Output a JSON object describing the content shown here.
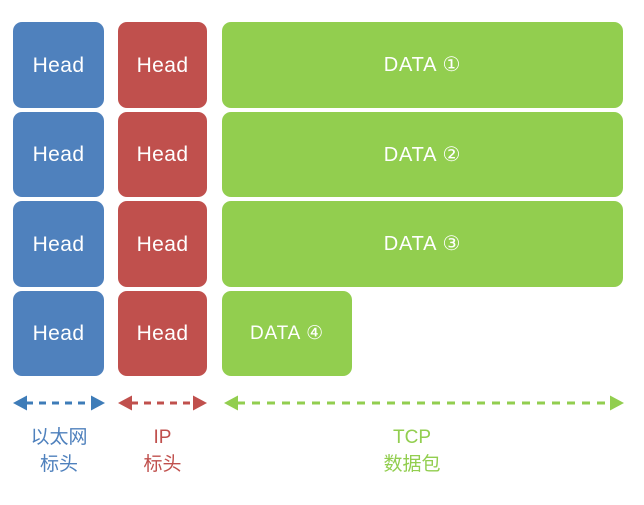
{
  "diagram": {
    "title": "TCP/IP packet encapsulation diagram",
    "background": "#ffffff",
    "colors": {
      "ethernet": "#4F81BD",
      "ip": "#C0504D",
      "tcp": "#92CE4F",
      "text_on_box": "#ffffff"
    },
    "rows": [
      {
        "id": "row-1",
        "ethernet_label": "Head",
        "ip_label": "Head",
        "data_label": "DATA ①"
      },
      {
        "id": "row-2",
        "ethernet_label": "Head",
        "ip_label": "Head",
        "data_label": "DATA ②"
      },
      {
        "id": "row-3",
        "ethernet_label": "Head",
        "ip_label": "Head",
        "data_label": "DATA ③"
      },
      {
        "id": "row-4",
        "ethernet_label": "Head",
        "ip_label": "Head",
        "data_label": "DATA ④"
      }
    ],
    "legend": [
      {
        "id": "ethernet",
        "arrow": "double-headed-dashed-arrow",
        "color": "#4F81BD",
        "line1": "以太网",
        "line2": "标头"
      },
      {
        "id": "ip",
        "arrow": "double-headed-dashed-arrow",
        "color": "#C0504D",
        "line1": "IP",
        "line2": "标头"
      },
      {
        "id": "tcp",
        "arrow": "double-headed-dashed-arrow",
        "color": "#92CE4F",
        "line1": "TCP",
        "line2": "数据包"
      }
    ]
  }
}
